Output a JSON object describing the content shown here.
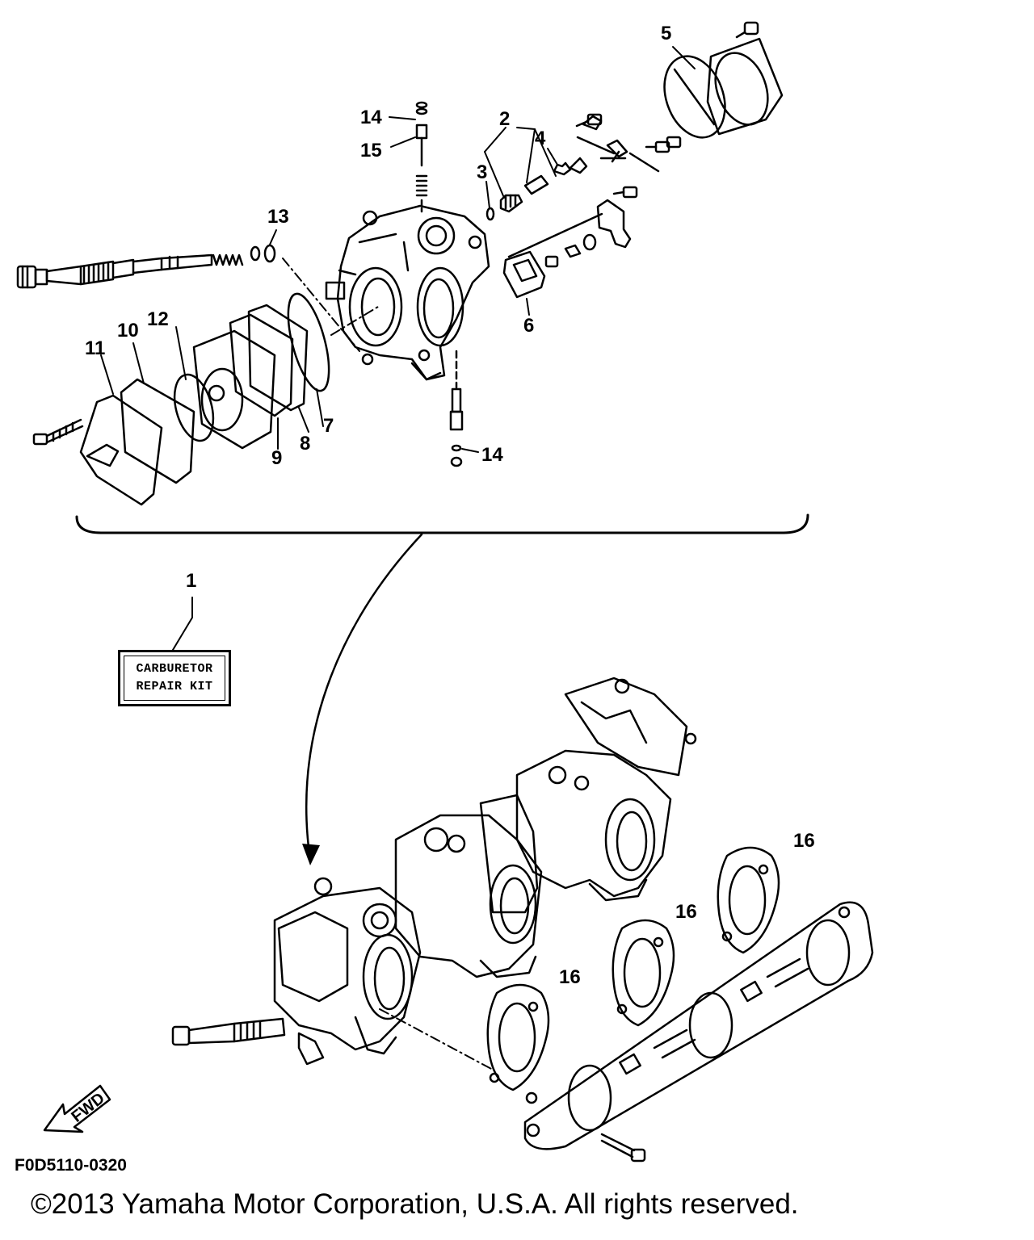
{
  "callouts": {
    "c1": "1",
    "c2": "2",
    "c3": "3",
    "c4": "4",
    "c5": "5",
    "c6": "6",
    "c7": "7",
    "c8": "8",
    "c9": "9",
    "c10": "10",
    "c11": "11",
    "c12": "12",
    "c13": "13",
    "c14a": "14",
    "c14b": "14",
    "c15": "15",
    "c16a": "16",
    "c16b": "16",
    "c16c": "16"
  },
  "repair_kit": {
    "line1": "CARBURETOR",
    "line2": "REPAIR KIT"
  },
  "fwd_label": "FWD",
  "figure_code": "F0D5110-0320",
  "copyright": "©2013 Yamaha Motor Corporation, U.S.A. All rights reserved."
}
